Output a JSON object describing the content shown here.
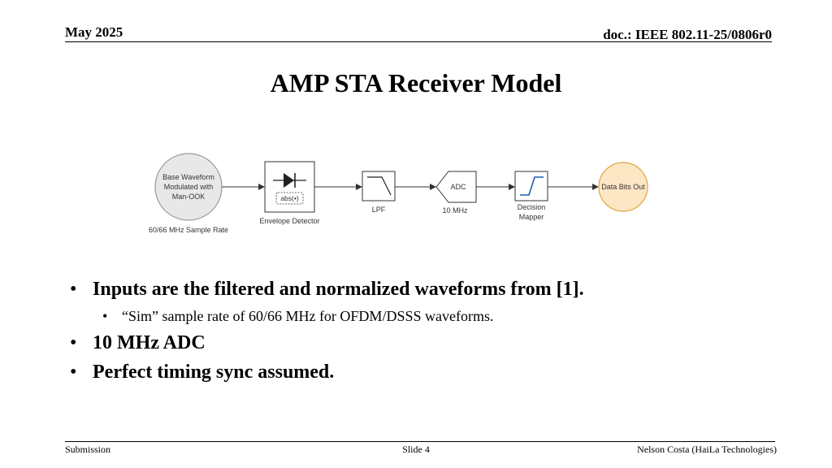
{
  "header": {
    "date": "May 2025",
    "doc": "doc.: IEEE 802.11-25/0806r0"
  },
  "title": "AMP STA Receiver Model",
  "diagram": {
    "input_node": [
      "Base Waveform",
      "Modulated with",
      "Man-OOK"
    ],
    "input_caption": "60/66 MHz Sample Rate",
    "envelope_detector_inner": "abs(•)",
    "envelope_detector_label": "Envelope Detector",
    "lpf_label": "LPF",
    "adc_inner": "ADC",
    "adc_label": "10 MHz",
    "mapper_label": [
      "Decision",
      "Mapper"
    ],
    "output_node": "Data Bits Out",
    "colors": {
      "input_fill": "#e8e8e8",
      "output_fill": "#fde6c4",
      "output_stroke": "#e0a540",
      "line": "#333333"
    }
  },
  "bullets": {
    "b1": "Inputs are the filtered and normalized waveforms from [1].",
    "b1_sub": "“Sim” sample rate of 60/66 MHz for OFDM/DSSS waveforms.",
    "b2": "10 MHz ADC",
    "b3": "Perfect timing sync assumed."
  },
  "footer": {
    "left": "Submission",
    "center": "Slide 4",
    "right": "Nelson Costa (HaiLa Technologies)"
  }
}
